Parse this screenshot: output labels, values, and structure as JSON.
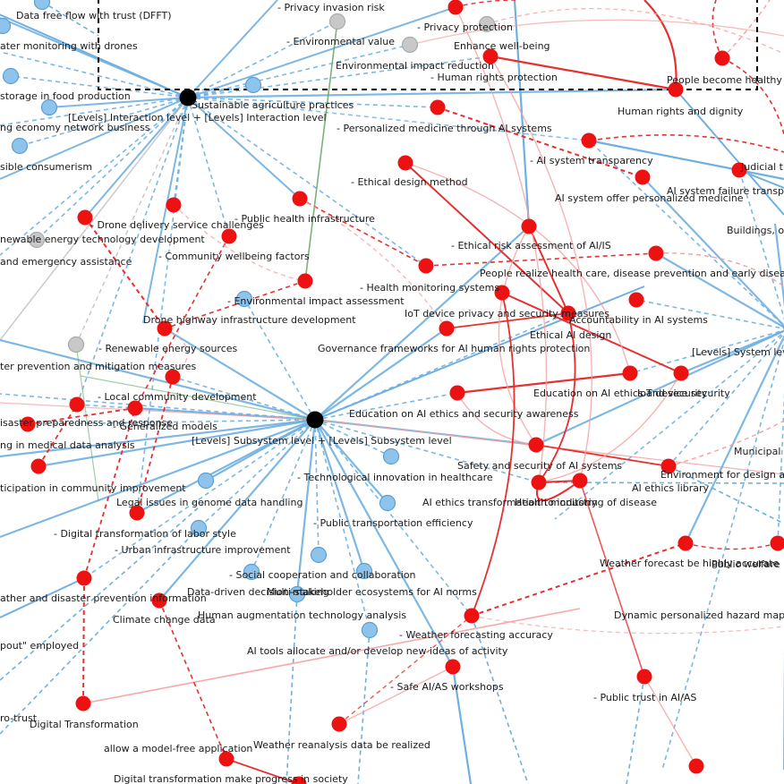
{
  "colors": {
    "red": "#ee1111",
    "blue": "#8ec4ec",
    "blue_stroke": "#5a9fd4",
    "gray": "#c8c8c8",
    "black": "#000000",
    "edge_blue": "#6fb0e0",
    "edge_red": "#e63030",
    "edge_pink": "#f4a0a0",
    "edge_green": "#6aab6a",
    "edge_gray": "#b8b8b8"
  },
  "labels": [
    "Data free flow with trust (DFFT)",
    "- Privacy invasion risk",
    "- Privacy protection",
    "ater monitoring with drones",
    "- Environmental value",
    "Enhance well-being",
    "Environmental impact reduction",
    "- Human rights protection",
    "People become healthy",
    "storage in food production",
    "Sustainable agriculture practices",
    "Human rights and dignity",
    "ng economy network business",
    "[Levels] Interaction level + [Levels] Interaction level",
    "- Personalized medicine through AI systems",
    "sible consumerism",
    "- AI system transparency",
    "Judicial t",
    "- Ethical design method",
    "AI system offer personalized medicine",
    "AI system failure transpa",
    "- Public health infrastructure",
    "- Drone delivery service challenges",
    "Buildings, ow",
    "newable energy technology development",
    "- Ethical risk assessment of AI/IS",
    "and emergency assistance",
    "- Community wellbeing factors",
    "People realize health care, disease prevention and early disease",
    "- Health monitoring systems",
    "- Environmental impact assessment",
    "IoT device privacy and security measures",
    "Drone highway infrastructure development",
    "Accountability in AI systems",
    "Ethical AI design",
    "- Renewable energy sources",
    "Governance frameworks for AI human rights protection",
    "[Levels] System lev",
    "ter prevention and mitigation measures",
    "- Local community development",
    "Education on AI ethics and security",
    "IoT device security",
    "isaster preparedness and response",
    "- Generalized models",
    "Education on AI ethics and security awareness",
    "ng in medical data analysis",
    "[Levels] Subsystem level + [Levels] Subsystem level",
    "Municipal",
    "Safety and security of AI systems",
    "Environment for design and",
    "ticipation in community improvement",
    "- Technological innovation in healthcare",
    "Legal issues in genome data handling",
    "AI ethics transformation to industry",
    "Health monitoring of disease",
    "AI ethics library",
    "- Public transportation efficiency",
    "- Digital transformation of labor style",
    "- Urban infrastructure improvement",
    "Weather forecast be highly accurate",
    "Public welfare",
    "- Social cooperation and collaboration",
    "ather and disaster prevention information",
    "Data-driven decision-making",
    "Multi-stakeholder ecosystems for AI norms",
    "Climate change data",
    "Human augmentation technology analysis",
    "Dynamic personalized hazard maps",
    "pout\" employed",
    "- Weather forecasting accuracy",
    "AI tools allocate and/or develop new ideas of activity",
    "- Safe AI/AS workshops",
    "- Public trust in AI/AS",
    "ro-trust",
    "Digital Transformation",
    "allow a model-free application",
    "Weather reanalysis data be realized",
    "Digital transformation make progress in society"
  ]
}
